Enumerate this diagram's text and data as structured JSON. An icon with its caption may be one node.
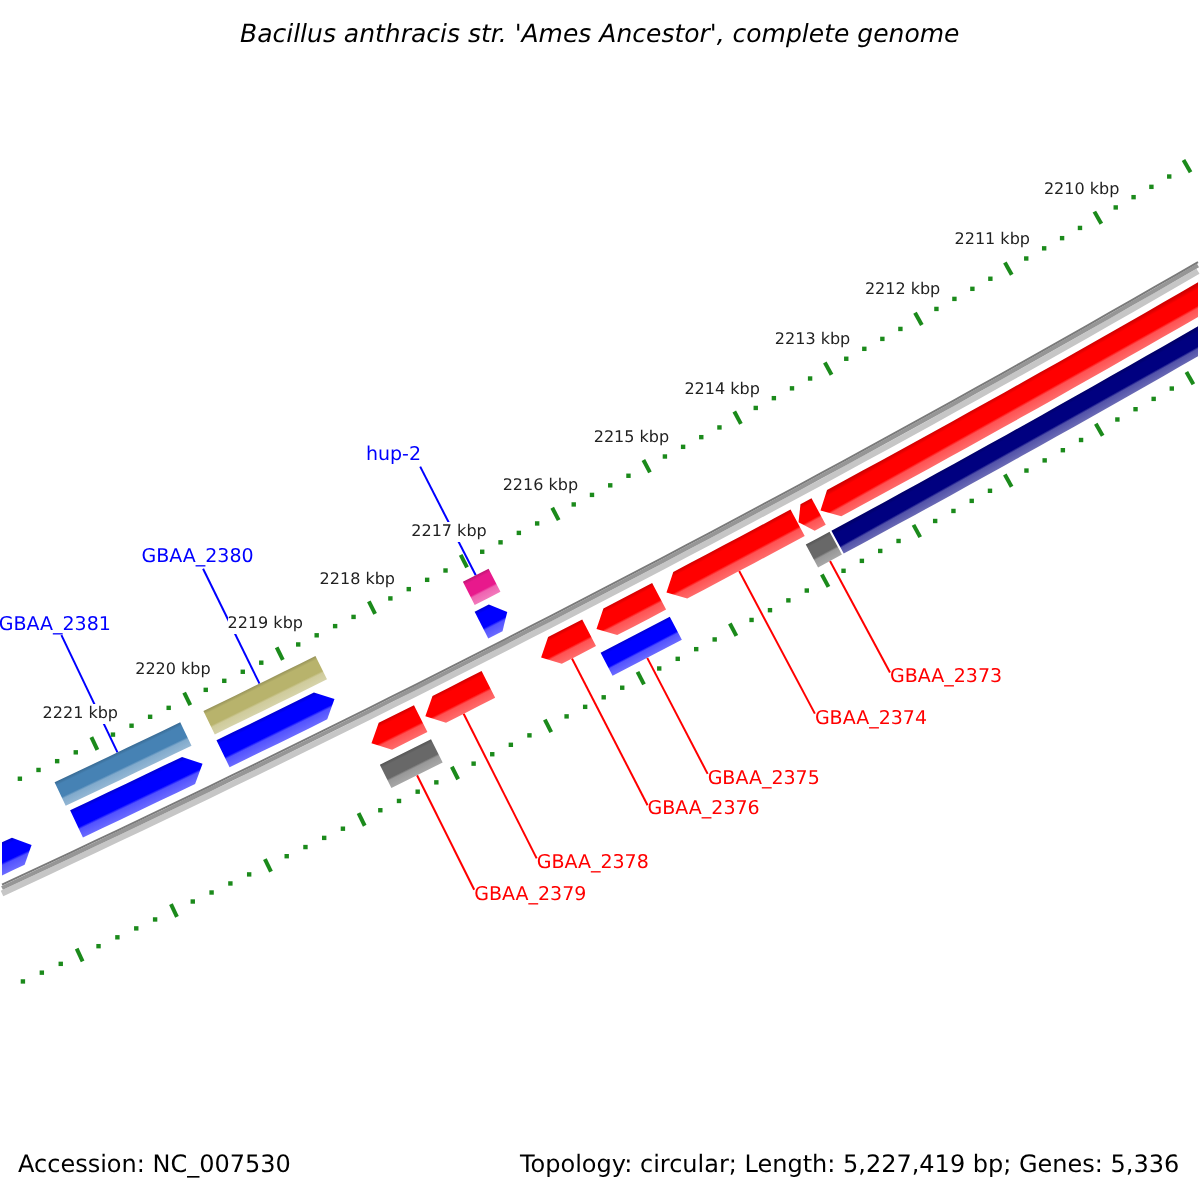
{
  "diagram": {
    "title": "Bacillus anthracis str. 'Ames Ancestor', complete genome",
    "nodes": [
      {
        "text": [
          "GBAA_2381"
        ]
      },
      {
        "text": [
          "GBAA_2380"
        ]
      },
      {
        "text": [
          "hup-2"
        ]
      },
      {
        "text": [
          "GBAA_2373"
        ]
      },
      {
        "text": [
          "GBAA_2374"
        ]
      },
      {
        "text": [
          "GBAA_2375"
        ]
      },
      {
        "text": [
          "GBAA_2376"
        ]
      },
      {
        "text": [
          "GBAA_2378"
        ]
      },
      {
        "text": [
          "GBAA_2379"
        ]
      },
      {
        "text": [],
        "shape": "arrow"
      },
      {
        "text": [],
        "shape": "bar"
      },
      {
        "text": [],
        "shape": "arrow"
      },
      {
        "text": [],
        "shape": "bar"
      },
      {
        "text": [],
        "shape": "arrow"
      },
      {
        "text": [],
        "shape": "arrow"
      },
      {
        "text": [],
        "shape": "bar"
      },
      {
        "text": [],
        "shape": "arrow"
      },
      {
        "text": [],
        "shape": "bar"
      },
      {
        "text": [],
        "shape": "arrow"
      },
      {
        "text": [],
        "shape": "arrow"
      },
      {
        "text": [],
        "shape": "arrow"
      },
      {
        "text": [],
        "shape": "bar"
      },
      {
        "text": [],
        "shape": "arrow"
      },
      {
        "text": [],
        "shape": "arrow"
      },
      {
        "text": [],
        "shape": "bar"
      },
      {
        "text": [],
        "shape": "arrow"
      },
      {
        "text": [],
        "shape": "bar"
      }
    ],
    "edges": [
      {
        "from": 0,
        "to": 10,
        "arrow": "none",
        "color": "#0000ff"
      },
      {
        "from": 1,
        "to": 12,
        "arrow": "none",
        "color": "#0000ff"
      },
      {
        "from": 2,
        "to": 17,
        "arrow": "none",
        "color": "#0000ff"
      },
      {
        "from": 3,
        "to": 24,
        "arrow": "none"
      },
      {
        "from": 4,
        "to": 22,
        "arrow": "none"
      },
      {
        "from": 5,
        "to": 21,
        "arrow": "none"
      },
      {
        "from": 6,
        "to": 19,
        "arrow": "none"
      },
      {
        "from": 7,
        "to": 16,
        "arrow": "none"
      },
      {
        "from": 8,
        "to": 15,
        "arrow": "none"
      }
    ],
    "labels": [
      "2210 kbp",
      "2211 kbp",
      "2212 kbp",
      "2213 kbp",
      "2214 kbp",
      "2215 kbp",
      "2216 kbp",
      "2217 kbp",
      "2218 kbp",
      "2219 kbp",
      "2220 kbp",
      "2221 kbp",
      "Accession: NC_007530",
      "Topology: circular; Length: 5,227,419 bp; Genes: 5,336"
    ]
  }
}
